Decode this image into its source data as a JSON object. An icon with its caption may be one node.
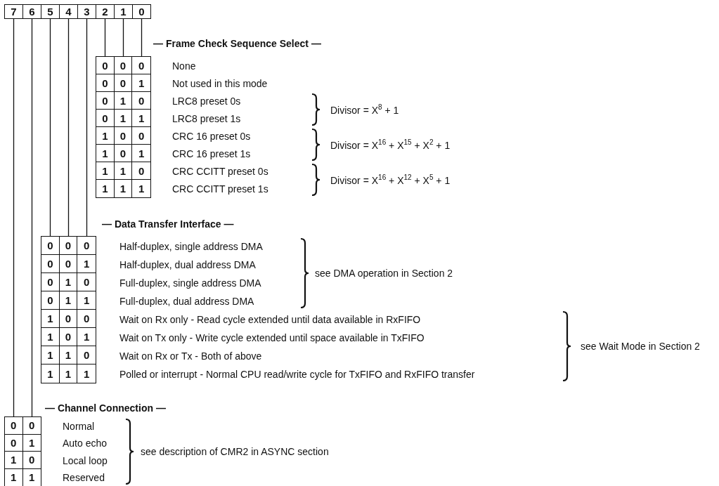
{
  "diagram": {
    "nodes": [
      {
        "text": [
          "7"
        ]
      },
      {
        "text": [
          "6"
        ]
      },
      {
        "text": [
          "5"
        ]
      },
      {
        "text": [
          "4"
        ]
      },
      {
        "text": [
          "3"
        ]
      },
      {
        "text": [
          "2"
        ]
      },
      {
        "text": [
          "1"
        ]
      },
      {
        "text": [
          "0"
        ]
      },
      {
        "text": [],
        "shape": "box"
      },
      {
        "text": [],
        "shape": "box"
      },
      {
        "text": [],
        "shape": "box"
      }
    ],
    "edges": [
      {
        "from": 5,
        "to": 8,
        "arrow": "none"
      },
      {
        "from": 6,
        "to": 8,
        "arrow": "none"
      },
      {
        "from": 7,
        "to": 8,
        "arrow": "none"
      },
      {
        "from": 2,
        "to": 9,
        "arrow": "none"
      },
      {
        "from": 3,
        "to": 9,
        "arrow": "none"
      },
      {
        "from": 4,
        "to": 9,
        "arrow": "none"
      },
      {
        "from": 0,
        "to": 10,
        "arrow": "none"
      },
      {
        "from": 1,
        "to": 10,
        "arrow": "none"
      }
    ],
    "labels": [
      "— Frame Check Sequence Select —",
      "0",
      "0",
      "0",
      "0",
      "0",
      "1",
      "0",
      "1",
      "0",
      "0",
      "1",
      "1",
      "1",
      "0",
      "0",
      "1",
      "0",
      "1",
      "1",
      "1",
      "0",
      "1",
      "1",
      "1",
      "None",
      "Not used in this mode",
      "LRC8 preset 0s",
      "LRC8 preset 1s",
      "CRC 16 preset 0s",
      "CRC 16 preset 1s",
      "CRC CCITT preset 0s",
      "CRC CCITT preset 1s",
      "Divisor = X$^{8}$ + 1",
      "Divisor = X$^{16}$ + X$^{15}$ + X$^{2}$ + 1",
      "Divisor = X$^{16}$ + X$^{12}$ + X$^{5}$ + 1",
      "— Data Transfer Interface —",
      "0",
      "0",
      "0",
      "0",
      "0",
      "1",
      "0",
      "1",
      "0",
      "0",
      "1",
      "1",
      "1",
      "0",
      "0",
      "1",
      "0",
      "1",
      "1",
      "1",
      "0",
      "1",
      "1",
      "1",
      "Half-duplex, single address DMA",
      "Half-duplex, dual address DMA",
      "Full-duplex, single address DMA",
      "Full-duplex, dual address DMA",
      "Wait on Rx only - Read cycle extended until data available in RxFIFO",
      "Wait on Tx only - Write cycle extended until space available in TxFIFO",
      "Wait on Rx or Tx - Both of above",
      "Polled or interrupt - Normal CPU read/write cycle for TxFIFO and RxFIFO transfer",
      "see DMA operation in Section 2",
      "see Wait Mode in Section 2",
      "— Channel Connection —",
      "0",
      "0",
      "0",
      "1",
      "1",
      "0",
      "1",
      "1",
      "Normal",
      "Auto echo",
      "Local loop",
      "Reserved",
      "see description of CMR2 in ASYNC section"
    ]
  }
}
